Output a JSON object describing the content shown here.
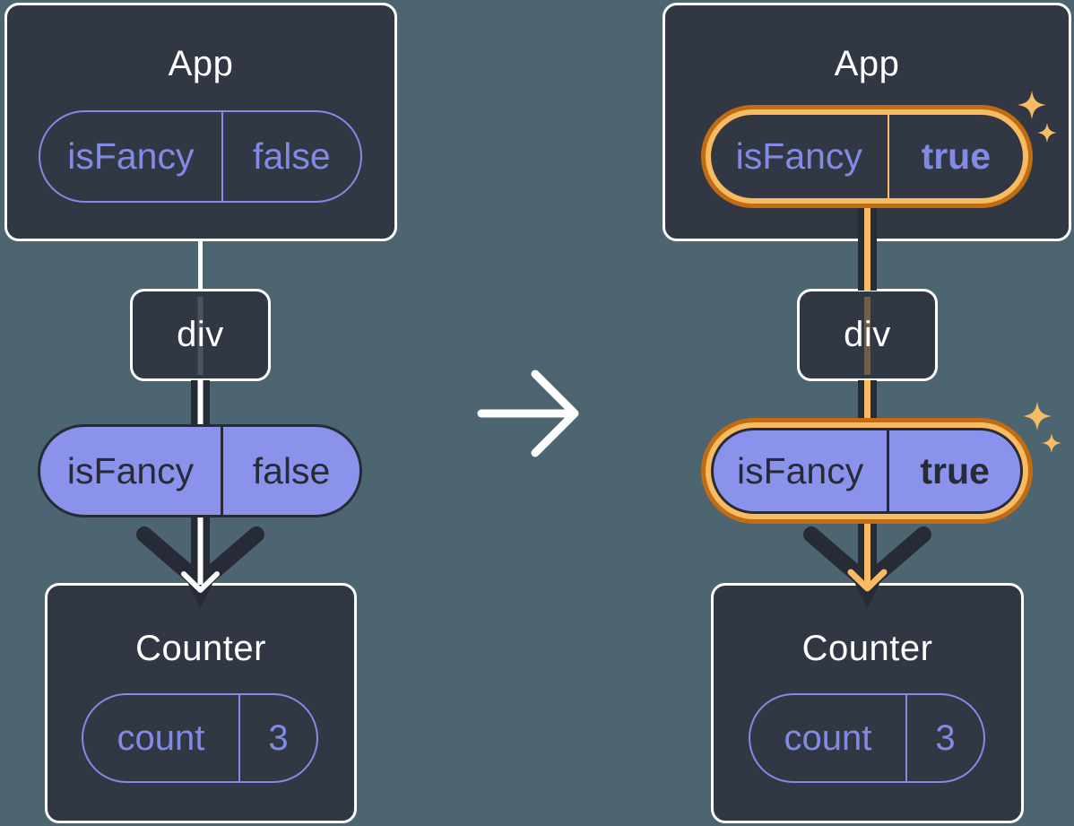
{
  "colors": {
    "background": "#4D6570",
    "node_fill": "#323843",
    "node_border": "#FFFFFF",
    "accent_purple": "#828AE6",
    "pill_fill_purple": "#8B92EC",
    "arrow_dark": "#262B35",
    "highlight_orange": "#F8BB62",
    "highlight_orange_dark": "#C16C12",
    "text_light": "#FFFFFF"
  },
  "icons": {
    "transition": "right-arrow",
    "highlight": "four-point-sparkle",
    "flow": "down-arrow"
  },
  "before": {
    "app": {
      "title": "App",
      "state_pill": {
        "key": "isFancy",
        "value": "false"
      }
    },
    "div": {
      "title": "div"
    },
    "prop_pill": {
      "key": "isFancy",
      "value": "false"
    },
    "counter": {
      "title": "Counter",
      "state_pill": {
        "key": "count",
        "value": "3"
      }
    }
  },
  "after": {
    "app": {
      "title": "App",
      "state_pill": {
        "key": "isFancy",
        "value": "true",
        "highlighted": true
      }
    },
    "div": {
      "title": "div"
    },
    "prop_pill": {
      "key": "isFancy",
      "value": "true",
      "highlighted": true
    },
    "counter": {
      "title": "Counter",
      "state_pill": {
        "key": "count",
        "value": "3"
      }
    }
  }
}
